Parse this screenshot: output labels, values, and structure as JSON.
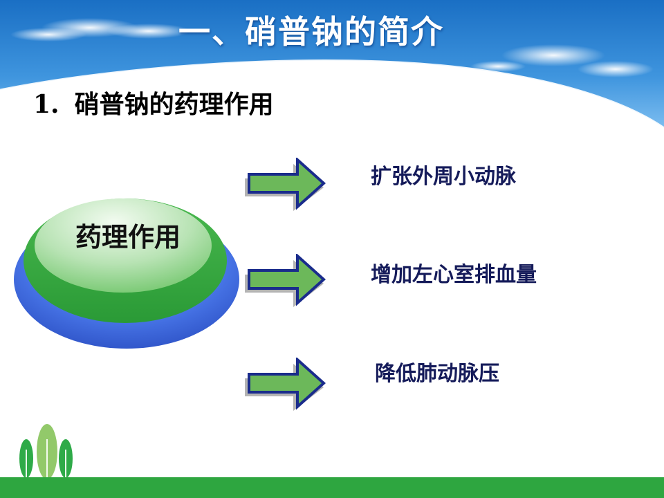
{
  "slide": {
    "title": "一、硝普钠的简介",
    "subtitle_number": "1.",
    "subtitle_text": "硝普钠的药理作用"
  },
  "diagram": {
    "center_label": "药理作用",
    "effects": [
      "扩张外周小动脉",
      "增加左心室排血量",
      "降低肺动脉压"
    ]
  },
  "colors": {
    "sky_blue": "#1e78c8",
    "ring_blue": "#3f6ee6",
    "button_green": "#3cb04a",
    "arrow_green": "#6cb85a",
    "arrow_outline": "#1a2c8c",
    "effect_text": "#151b5a",
    "footer_green": "#2ea640"
  }
}
